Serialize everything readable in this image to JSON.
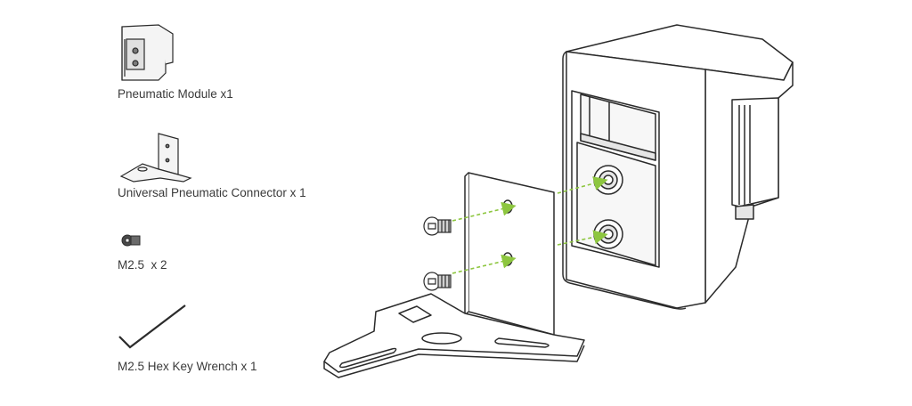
{
  "parts_list": [
    {
      "name": "Pneumatic Module x1"
    },
    {
      "name": "Universal Pneumatic Connector x 1"
    },
    {
      "name": "M2.5  x 2"
    },
    {
      "name": "M2.5 Hex Key Wrench x 1"
    }
  ],
  "colors": {
    "line": "#2b2b2b",
    "arrow": "#8dc63f",
    "text": "#3a3a3a",
    "fill_light": "#f4f4f4",
    "fill_mid": "#d9d9d9",
    "fill_dark": "#7a7a7a"
  },
  "icons": [
    "pneumatic-module-icon",
    "universal-connector-icon",
    "screw-icon",
    "hex-key-icon",
    "assembly-illustration"
  ]
}
